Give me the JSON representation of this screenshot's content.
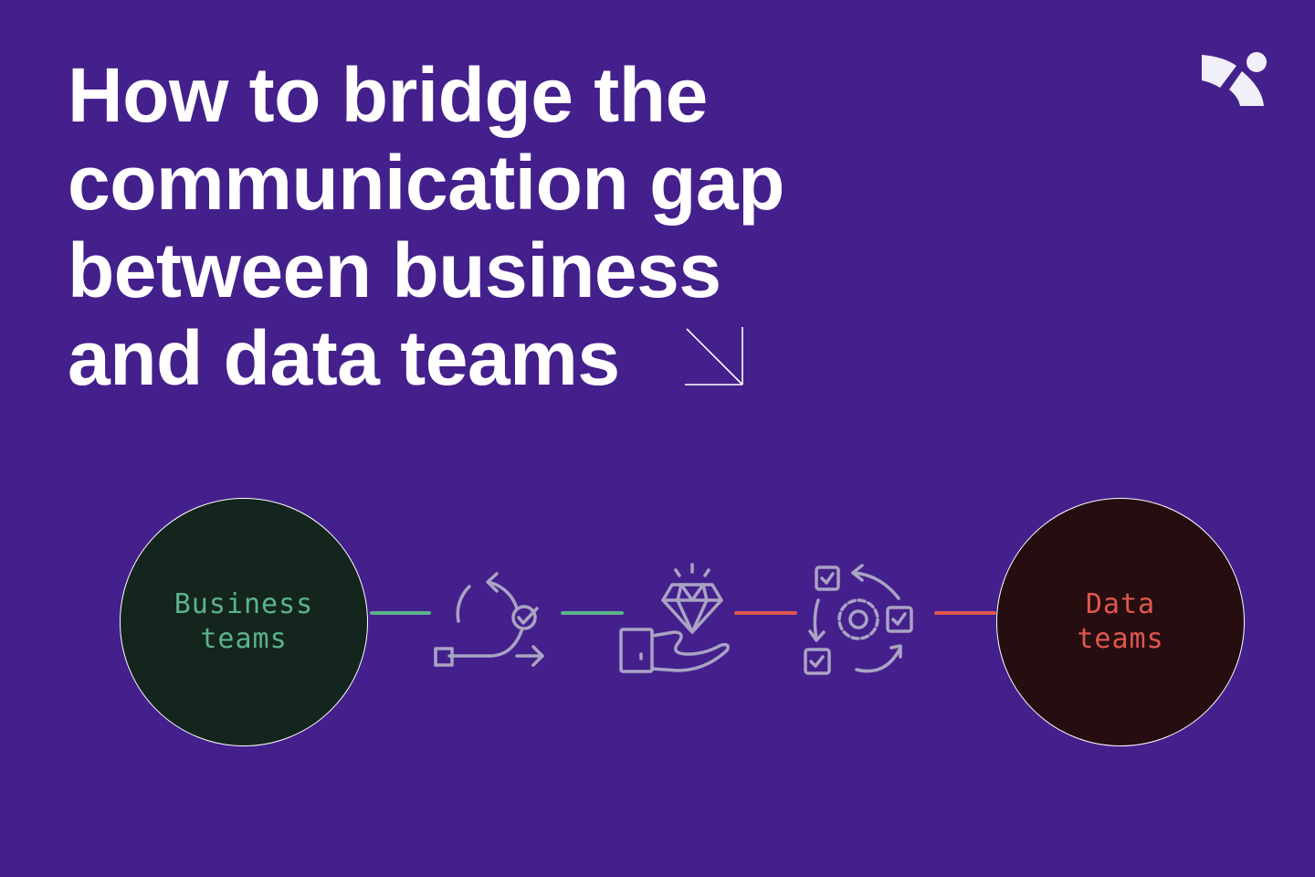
{
  "title": {
    "lines": [
      "How to bridge the",
      "communication gap",
      "between business",
      "and data teams"
    ]
  },
  "diagram": {
    "left_node": "Business teams",
    "left_node_lines": [
      "Business",
      "teams"
    ],
    "right_node_lines": [
      "Data",
      "teams"
    ],
    "icons": [
      "iteration-cycle-icon",
      "diamond-in-hand-icon",
      "process-automation-icon"
    ]
  },
  "colors": {
    "background": "#44208c",
    "business": "#5cb38b",
    "data": "#e0574f",
    "icon": "#a9a4c4"
  }
}
